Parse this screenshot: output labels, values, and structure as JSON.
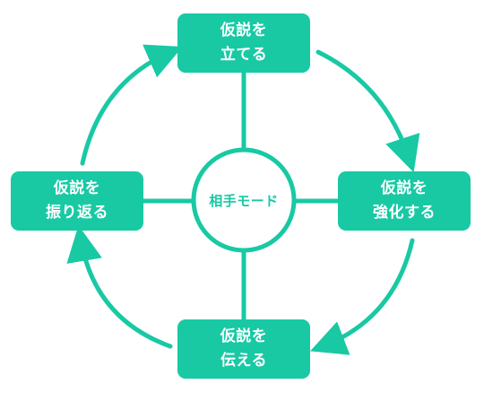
{
  "center": {
    "label": "相手モード"
  },
  "nodes": {
    "top": {
      "line1": "仮説を",
      "line2": "立てる"
    },
    "right": {
      "line1": "仮説を",
      "line2": "強化する"
    },
    "bottom": {
      "line1": "仮説を",
      "line2": "伝える"
    },
    "left": {
      "line1": "仮説を",
      "line2": "振り返る"
    }
  },
  "colors": {
    "accent": "#18c9a4",
    "text_on_accent": "#ffffff",
    "background": "#ffffff"
  }
}
